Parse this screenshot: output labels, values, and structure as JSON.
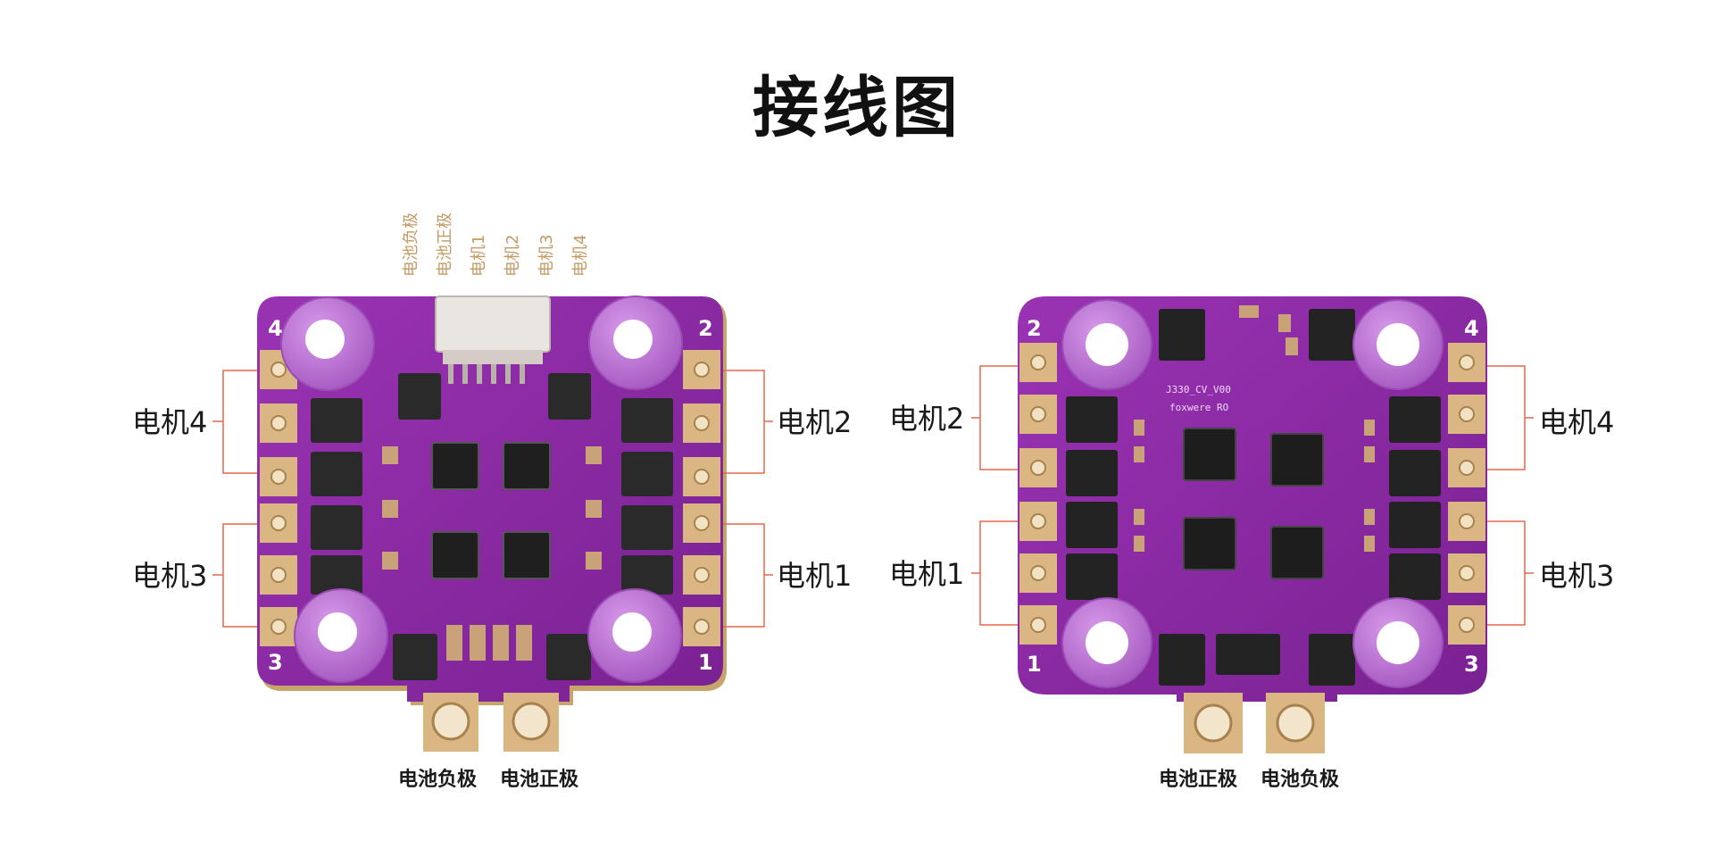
{
  "title": "接线图",
  "connector_pins": [
    "电池负极",
    "电池正极",
    "电机1",
    "电机2",
    "电机3",
    "电机4"
  ],
  "left_board": {
    "labels": {
      "motor4": "电机4",
      "motor3": "电机3",
      "motor2": "电机2",
      "motor1": "电机1"
    },
    "battery": {
      "negative": "电池负极",
      "positive": "电池正极"
    },
    "corners": {
      "top_left": "4",
      "top_right": "2",
      "bottom_left": "3",
      "bottom_right": "1"
    }
  },
  "right_board": {
    "labels": {
      "left_top": "电机2",
      "left_bottom": "电机1",
      "right_top": "电机4",
      "right_bottom": "电机3"
    },
    "battery": {
      "positive": "电池正极",
      "negative": "电池负极"
    },
    "corners": {
      "top_left": "2",
      "top_right": "4",
      "bottom_left": "1",
      "bottom_right": "3"
    },
    "silkscreen": {
      "line1": "J330_CV_V00",
      "line2": "foxwere RO"
    }
  },
  "colors": {
    "pcb": "#8e2aa5",
    "pcb_dark": "#6f1c84",
    "standoff": "#c37ad8",
    "pad": "#d9b682",
    "wire_line": "#e9674f",
    "text": "#1a1a1a",
    "connector_label": "#c39a63"
  }
}
